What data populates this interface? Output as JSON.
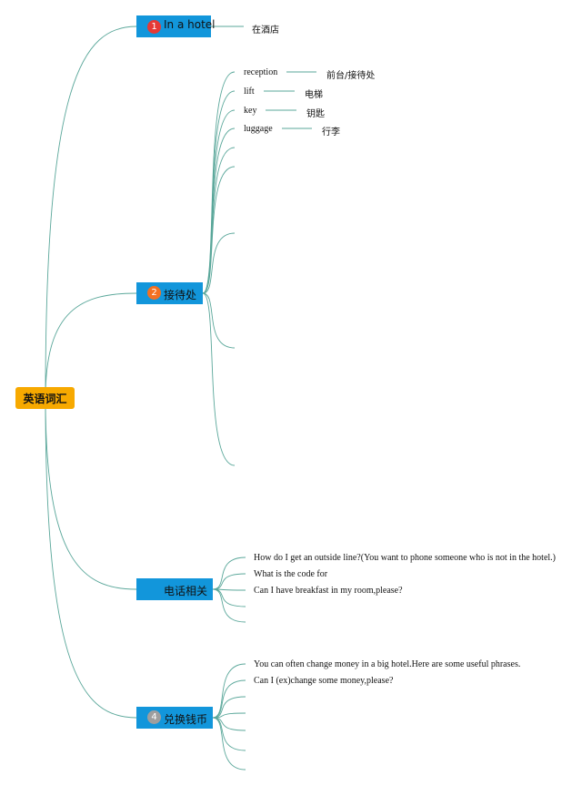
{
  "root": {
    "label": "英语词汇"
  },
  "branches": [
    {
      "label": "In a hotel",
      "badge": "1",
      "badge_color": "#e53935",
      "leaves": [
        {
          "text": "在酒店"
        }
      ]
    },
    {
      "label": "接待处",
      "badge": "2",
      "badge_color": "#f37021",
      "pairs": [
        {
          "en": "reception",
          "cn": "前台/接待处"
        },
        {
          "en": "lift",
          "cn": "电梯"
        },
        {
          "en": "key",
          "cn": "钥匙"
        },
        {
          "en": "luggage",
          "cn": "行李"
        }
      ]
    },
    {
      "label": "电话相关",
      "leaves": [
        {
          "text": "How do I get an outside line?(You want to phone someone who is not in the hotel.)"
        },
        {
          "text": "What is the code for"
        },
        {
          "text": "Can I have breakfast in my room,please?"
        }
      ]
    },
    {
      "label": "兑换钱币",
      "badge": "4",
      "badge_color": "#9e9e9e",
      "leaves": [
        {
          "text": "You can often change money in a big hotel.Here are some useful phrases."
        },
        {
          "text": "Can I (ex)change some money,please?"
        }
      ]
    }
  ],
  "colors": {
    "line": "#5aa79a",
    "node": "#1296db",
    "root": "#f7a900"
  }
}
